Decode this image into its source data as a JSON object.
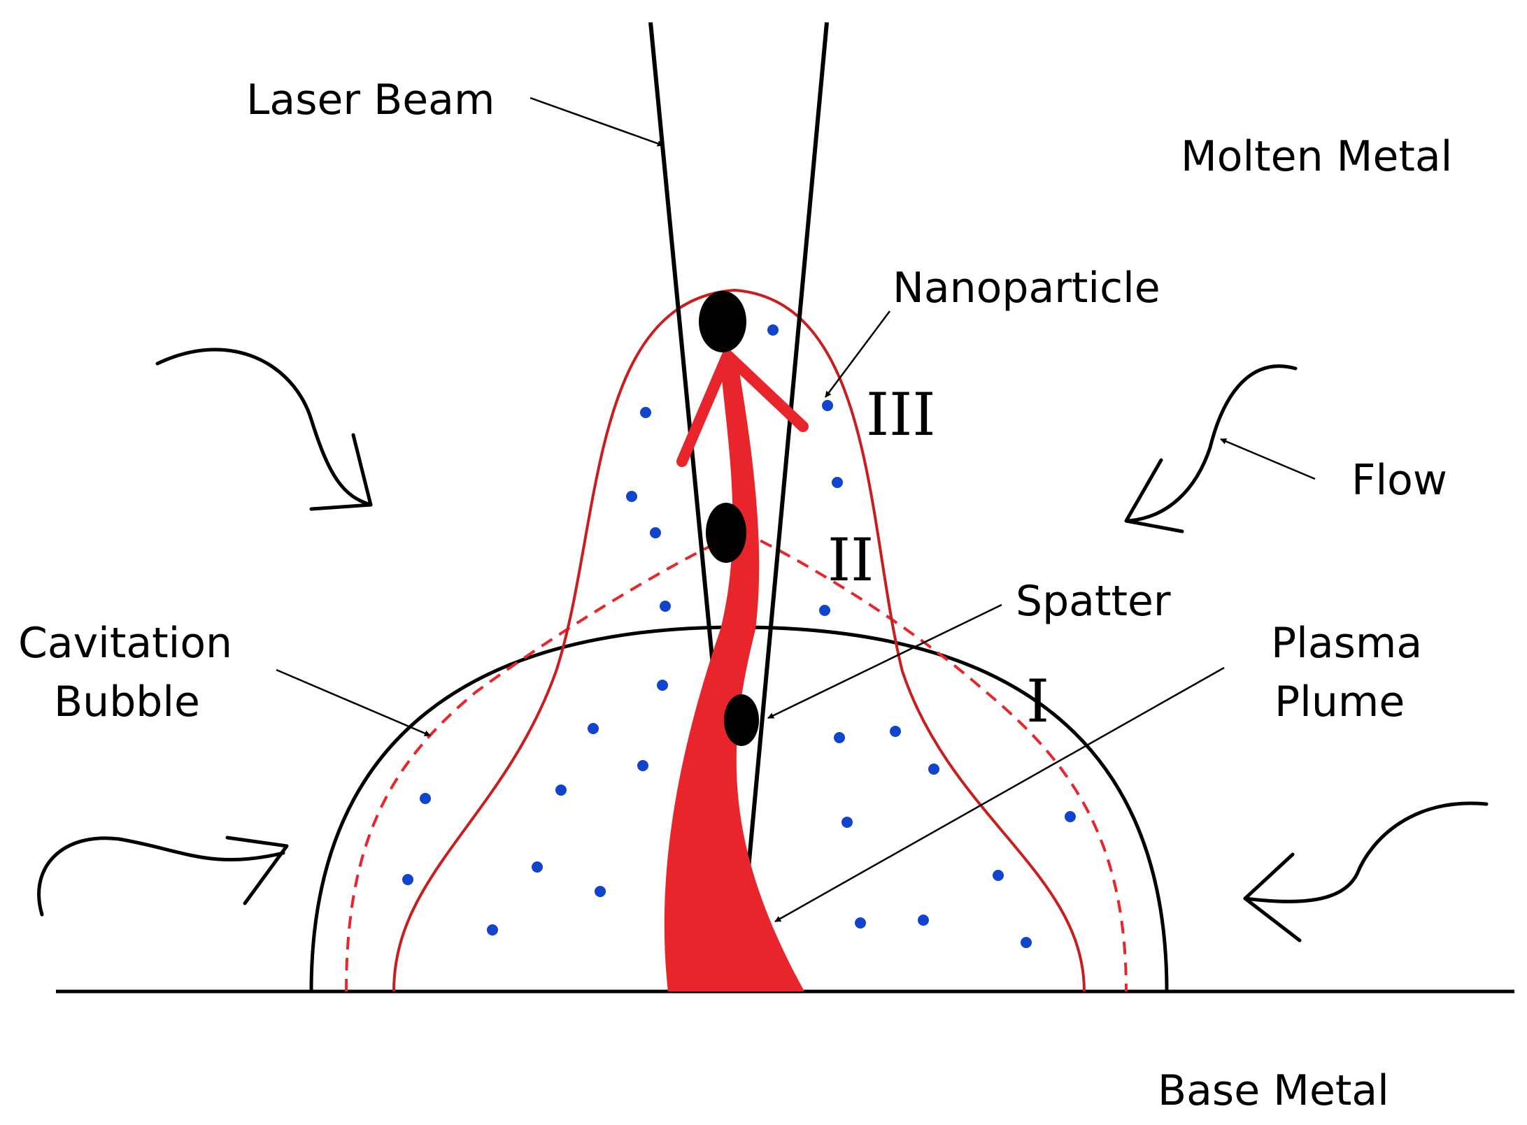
{
  "labels": {
    "laser_beam": "Laser Beam",
    "molten_metal": "Molten Metal",
    "nanoparticle": "Nanoparticle",
    "flow": "Flow",
    "spatter": "Spatter",
    "plasma_plume_1": "Plasma",
    "plasma_plume_2": "Plume",
    "cavitation_bubble_1": "Cavitation",
    "cavitation_bubble_2": "Bubble",
    "base_metal": "Base Metal"
  },
  "regions": {
    "zone_1": "I",
    "zone_2": "II",
    "zone_3": "III"
  },
  "colors": {
    "outline": "#000000",
    "plume": "#e8252b",
    "nanoparticle": "#1144cc"
  }
}
